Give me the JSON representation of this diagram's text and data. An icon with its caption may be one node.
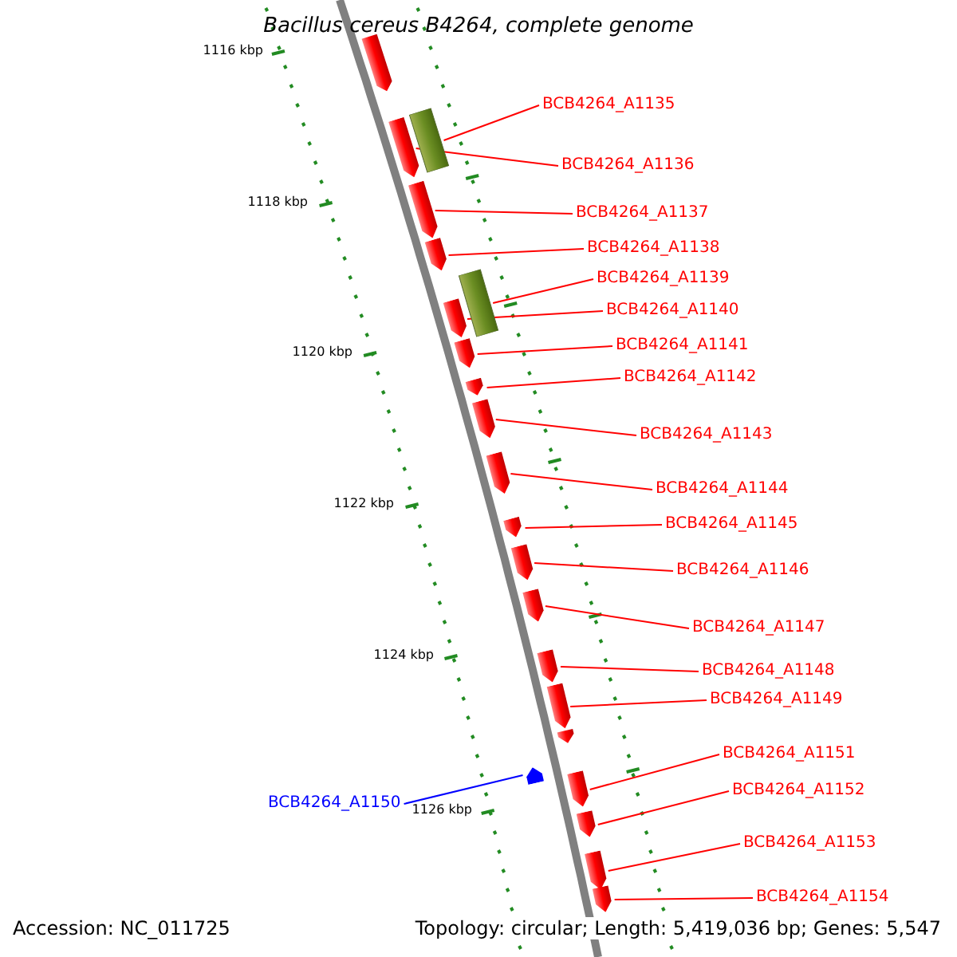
{
  "diagram": {
    "title": "Bacillus cereus B4264, complete genome",
    "nodes": [
      {
        "text": [
          "BCB4264_A1135"
        ]
      },
      {
        "text": [
          "BCB4264_A1136"
        ]
      },
      {
        "text": [
          "BCB4264_A1137"
        ]
      },
      {
        "text": [
          "BCB4264_A1138"
        ]
      },
      {
        "text": [
          "BCB4264_A1139"
        ]
      },
      {
        "text": [
          "BCB4264_A1140"
        ]
      },
      {
        "text": [
          "BCB4264_A1141"
        ]
      },
      {
        "text": [
          "BCB4264_A1142"
        ]
      },
      {
        "text": [
          "BCB4264_A1143"
        ]
      },
      {
        "text": [
          "BCB4264_A1144"
        ]
      },
      {
        "text": [
          "BCB4264_A1145"
        ]
      },
      {
        "text": [
          "BCB4264_A1146"
        ]
      },
      {
        "text": [
          "BCB4264_A1147"
        ]
      },
      {
        "text": [
          "BCB4264_A1148"
        ]
      },
      {
        "text": [
          "BCB4264_A1149"
        ]
      },
      {
        "text": [
          "BCB4264_A1151"
        ]
      },
      {
        "text": [
          "BCB4264_A1152"
        ]
      },
      {
        "text": [
          "BCB4264_A1150"
        ]
      },
      {
        "text": [
          "BCB4264_A1153"
        ]
      },
      {
        "text": [
          "BCB4264_A1154"
        ]
      },
      {
        "text": [],
        "shape": "box"
      },
      {
        "text": [],
        "shape": "arrow"
      },
      {
        "text": [],
        "shape": "arrow"
      },
      {
        "text": [],
        "shape": "arrow"
      },
      {
        "text": [],
        "shape": "box"
      },
      {
        "text": [],
        "shape": "arrow"
      },
      {
        "text": [],
        "shape": "arrow"
      },
      {
        "text": [],
        "shape": "arrow"
      },
      {
        "text": [],
        "shape": "arrow"
      },
      {
        "text": [],
        "shape": "arrow"
      },
      {
        "text": [],
        "shape": "arrow"
      },
      {
        "text": [],
        "shape": "arrow"
      },
      {
        "text": [],
        "shape": "arrow"
      },
      {
        "text": [],
        "shape": "arrow"
      },
      {
        "text": [],
        "shape": "arrow"
      },
      {
        "text": [],
        "shape": "arrow"
      },
      {
        "text": [],
        "shape": "arrow"
      },
      {
        "text": [],
        "shape": "arrow"
      },
      {
        "text": [],
        "shape": "arrow"
      },
      {
        "text": [],
        "shape": "arrow"
      }
    ],
    "edges": [
      {
        "from": 0,
        "to": 20,
        "arrow": "none"
      },
      {
        "from": 1,
        "to": 21,
        "arrow": "none"
      },
      {
        "from": 2,
        "to": 22,
        "arrow": "none"
      },
      {
        "from": 3,
        "to": 23,
        "arrow": "none"
      },
      {
        "from": 4,
        "to": 24,
        "arrow": "none"
      },
      {
        "from": 5,
        "to": 25,
        "arrow": "none"
      },
      {
        "from": 6,
        "to": 26,
        "arrow": "none"
      },
      {
        "from": 7,
        "to": 27,
        "arrow": "none"
      },
      {
        "from": 8,
        "to": 28,
        "arrow": "none"
      },
      {
        "from": 9,
        "to": 29,
        "arrow": "none"
      },
      {
        "from": 10,
        "to": 30,
        "arrow": "none"
      },
      {
        "from": 11,
        "to": 31,
        "arrow": "none"
      },
      {
        "from": 12,
        "to": 32,
        "arrow": "none"
      },
      {
        "from": 13,
        "to": 33,
        "arrow": "none"
      },
      {
        "from": 14,
        "to": 34,
        "arrow": "none"
      },
      {
        "from": 15,
        "to": 35,
        "arrow": "none"
      },
      {
        "from": 16,
        "to": 36,
        "arrow": "none"
      },
      {
        "from": 17,
        "to": 37,
        "arrow": "none",
        "color": "#0000ff"
      },
      {
        "from": 18,
        "to": 38,
        "arrow": "none"
      },
      {
        "from": 19,
        "to": 39,
        "arrow": "none"
      }
    ],
    "labels": [
      "1116 kbp",
      "1118 kbp",
      "1120 kbp",
      "1122 kbp",
      "1124 kbp",
      "1126 kbp",
      "Accession: NC_011725",
      "Topology: circular; Length: 5,419,036 bp; Genes: 5,547"
    ]
  }
}
